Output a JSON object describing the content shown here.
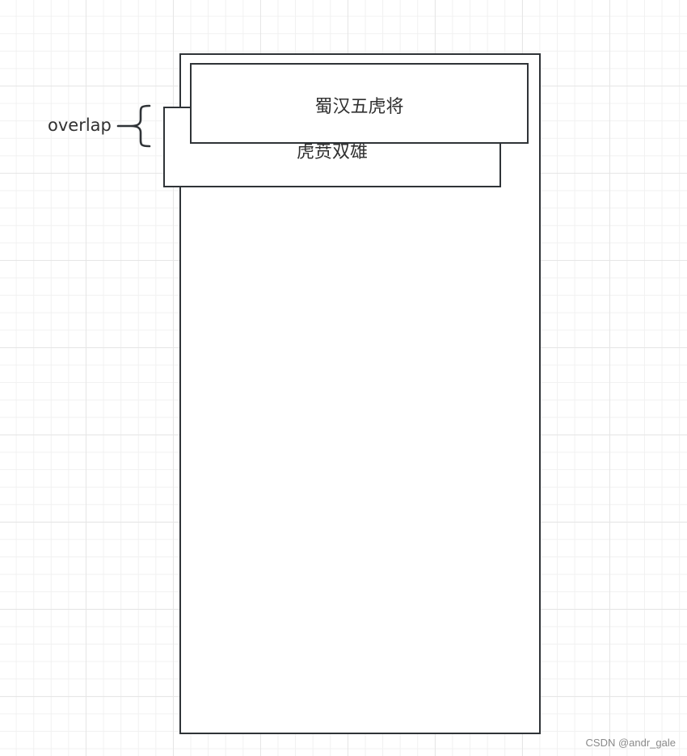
{
  "diagram": {
    "boxes": {
      "front_label": "蜀汉五虎将",
      "back_label": "虎贲双雄"
    },
    "annotation": {
      "label": "overlap"
    },
    "watermark": "CSDN @andr_gale",
    "colors": {
      "stroke": "#2f3337",
      "text": "#303030",
      "grid": "#e6e6e6",
      "background": "#ffffff"
    }
  }
}
